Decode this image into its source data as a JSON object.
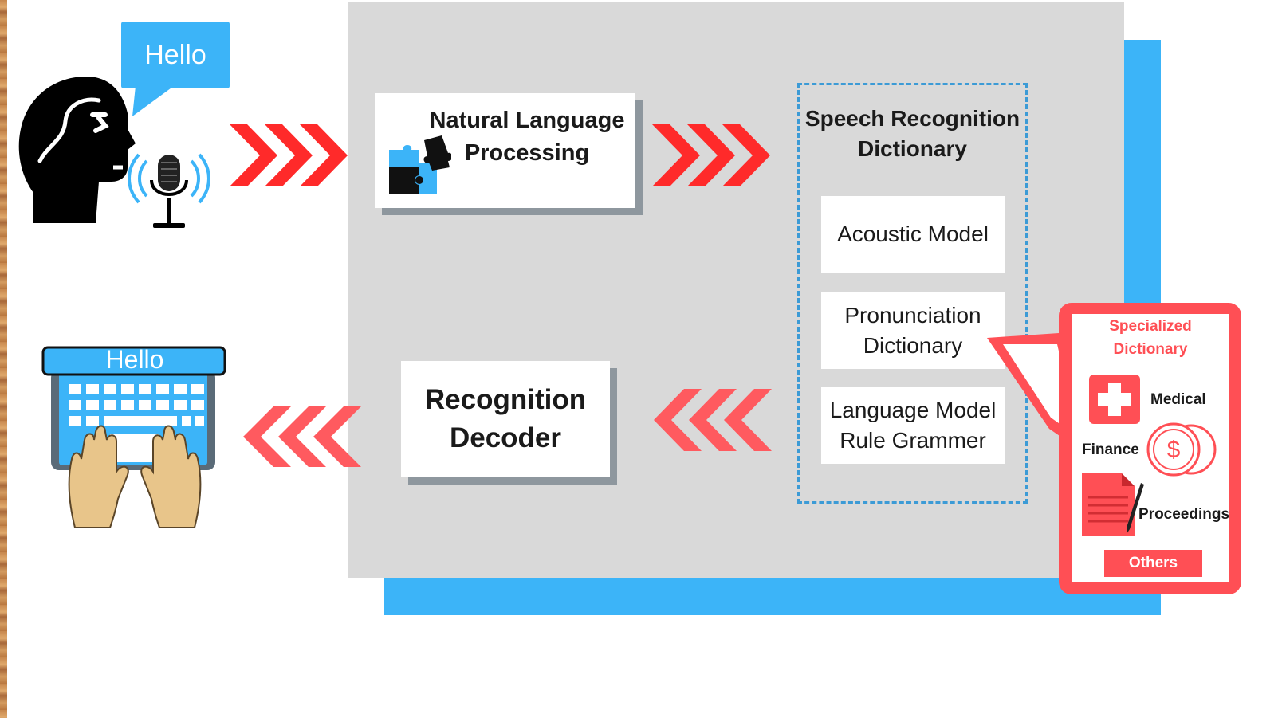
{
  "speaker": {
    "bubble_text": "Hello"
  },
  "nlp": {
    "label": "Natural Language\nProcessing"
  },
  "speech_dictionary": {
    "title": "Speech Recognition\nDictionary",
    "models": [
      {
        "label": "Acoustic Model"
      },
      {
        "label": "Pronunciation\nDictionary"
      },
      {
        "label": "Language Model\nRule Grammer"
      }
    ]
  },
  "decoder": {
    "label": "Recognition\nDecoder"
  },
  "output": {
    "screen_text": "Hello"
  },
  "specialized": {
    "title": "Specialized\nDictionary",
    "categories": [
      {
        "label": "Medical",
        "icon": "medical-cross-icon"
      },
      {
        "label": "Finance",
        "icon": "dollar-coin-icon"
      },
      {
        "label": "Proceedings",
        "icon": "document-pen-icon"
      }
    ],
    "others_label": "Others"
  },
  "colors": {
    "accent_blue": "#3cb4f8",
    "panel_gray": "#d9d9d9",
    "arrow_red": "#ff2a2a",
    "callout_red": "#ff4f55",
    "dashed_blue": "#3c9bd6"
  }
}
